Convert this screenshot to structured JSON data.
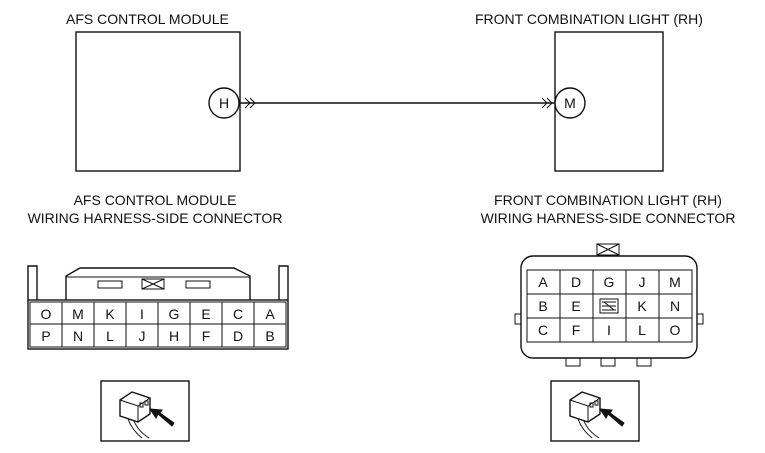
{
  "modules": {
    "left_title": "AFS CONTROL MODULE",
    "right_title": "FRONT COMBINATION LIGHT (RH)",
    "left_terminal": "H",
    "right_terminal": "M"
  },
  "connectors": {
    "left_title_line1": "AFS CONTROL MODULE",
    "left_title_line2": "WIRING HARNESS-SIDE CONNECTOR",
    "right_title_line1": "FRONT COMBINATION LIGHT (RH)",
    "right_title_line2": "WIRING HARNESS-SIDE CONNECTOR",
    "left_pins": {
      "top": [
        "O",
        "M",
        "K",
        "I",
        "G",
        "E",
        "C",
        "A"
      ],
      "bottom": [
        "P",
        "N",
        "L",
        "J",
        "H",
        "F",
        "D",
        "B"
      ]
    },
    "right_pins": {
      "row1": [
        "A",
        "D",
        "G",
        "J",
        "M"
      ],
      "row2": [
        "B",
        "E",
        "",
        "K",
        "N"
      ],
      "row3": [
        "C",
        "F",
        "I",
        "L",
        "O"
      ]
    }
  }
}
